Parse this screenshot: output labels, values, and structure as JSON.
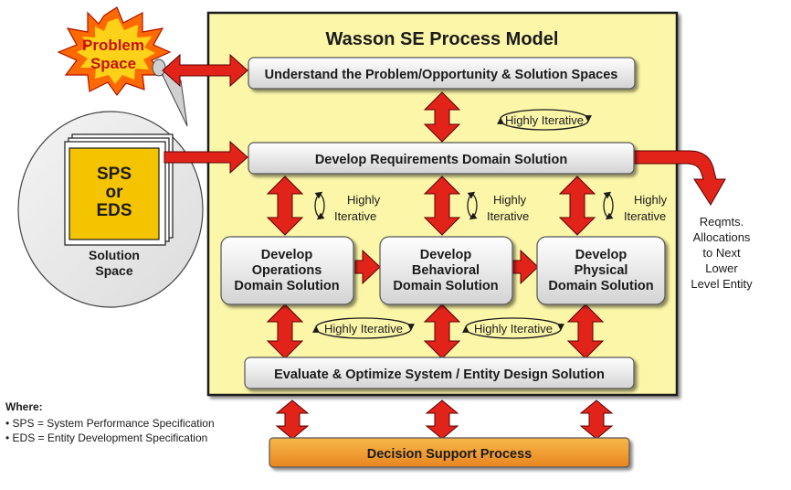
{
  "title": "Wasson SE Process Model",
  "problem_space": {
    "line1": "Problem",
    "line2": "Space"
  },
  "solution_space": {
    "doc_lines": [
      "SPS",
      "or",
      "EDS"
    ],
    "label_lines": [
      "Solution",
      "Space"
    ]
  },
  "boxes": {
    "understand": "Understand the Problem/Opportunity & Solution Spaces",
    "requirements": "Develop Requirements Domain Solution",
    "operations": [
      "Develop",
      "Operations",
      "Domain Solution"
    ],
    "behavioral": [
      "Develop",
      "Behavioral",
      "Domain Solution"
    ],
    "physical": [
      "Develop",
      "Physical",
      "Domain Solution"
    ],
    "evaluate": "Evaluate & Optimize System / Entity Design Solution",
    "decision": "Decision Support Process"
  },
  "iteration_labels": {
    "single_line": "Highly Iterative",
    "two_line": [
      "Highly",
      "Iterative"
    ]
  },
  "output_note": [
    "Reqmts.",
    "Allocations",
    "to Next",
    "Lower",
    "Level Entity"
  ],
  "legend": {
    "heading": "Where:",
    "items": [
      "• SPS = System Performance Specification",
      "• EDS = Entity Development Specification"
    ]
  },
  "colors": {
    "model_fill": "#fbf6a8",
    "arrow_red": "#e2231a",
    "process_box": "#e6e6e6",
    "decision_box": "#f29a2e",
    "document": "#f5c400",
    "burst": "#ff6a00",
    "burst_inner": "#ffd21a",
    "burst_text": "#c4120f"
  },
  "icons": [
    "starburst-icon",
    "document-stack-icon",
    "iteration-cycle-icon",
    "double-arrow-icon"
  ]
}
